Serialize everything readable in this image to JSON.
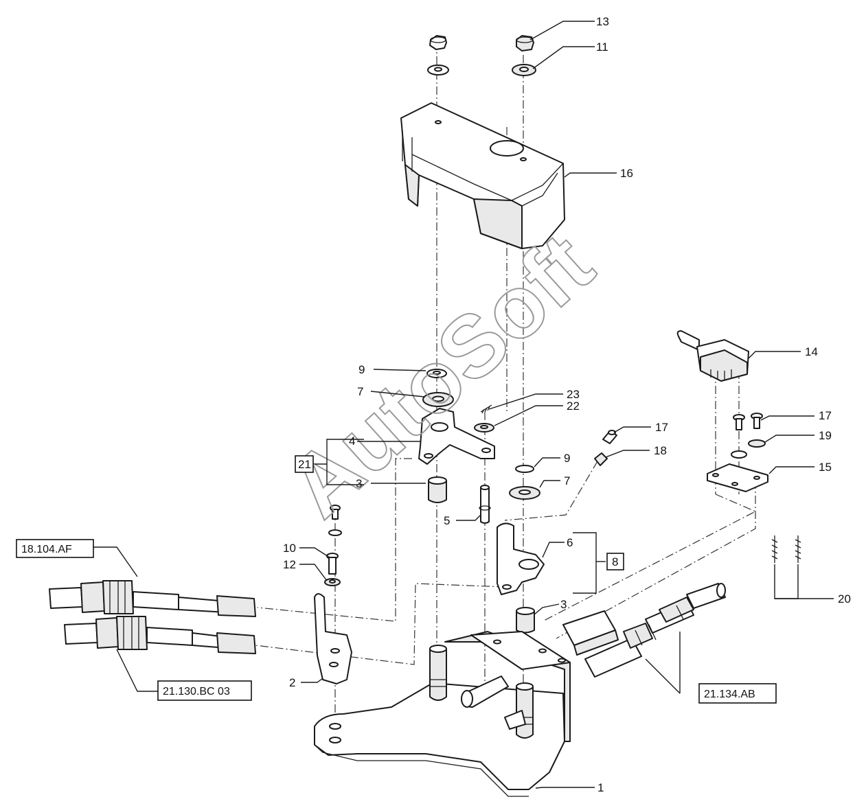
{
  "watermark": "AutoSoft",
  "callouts": {
    "c1": "1",
    "c2": "2",
    "c3a": "3",
    "c3b": "3",
    "c4": "4",
    "c5": "5",
    "c6": "6",
    "c7a": "7",
    "c7b": "7",
    "c9a": "9",
    "c9b": "9",
    "c10": "10",
    "c11": "11",
    "c12": "12",
    "c13": "13",
    "c14": "14",
    "c15": "15",
    "c16": "16",
    "c17a": "17",
    "c17b": "17",
    "c18": "18",
    "c19": "19",
    "c20": "20",
    "c22": "22",
    "c23": "23"
  },
  "boxed": {
    "b21": "21",
    "b8": "8"
  },
  "references": {
    "r1": "18.104.AF",
    "r2": "21.130.BC 03",
    "r3": "21.134.AB"
  }
}
